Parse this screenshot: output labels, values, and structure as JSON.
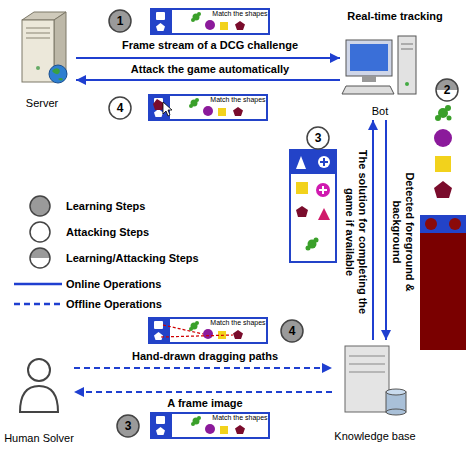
{
  "diagram": {
    "nodes": [
      {
        "text": [
          "Server"
        ]
      },
      {
        "text": [
          "Bot"
        ]
      },
      {
        "text": [
          "Human Solver"
        ]
      },
      {
        "text": [
          "Knowledge base"
        ]
      }
    ],
    "edges": [
      {
        "from": 0,
        "to": 1,
        "arrow": "to",
        "label": "Frame stream of a DCG challenge"
      },
      {
        "from": 1,
        "to": 0,
        "arrow": "to",
        "label": "Attack the game automatically"
      },
      {
        "from": 1,
        "to": 3,
        "arrow": "to",
        "label": "Detected foreground & background"
      },
      {
        "from": 3,
        "to": 1,
        "arrow": "to",
        "label": "The solution for completing the game if available"
      },
      {
        "from": 2,
        "to": 3,
        "arrow": "to",
        "label": "Hand-drawn dragging paths"
      },
      {
        "from": 3,
        "to": 2,
        "arrow": "to",
        "label": "A frame image"
      }
    ],
    "labels": [
      "1",
      "Real-time tracking",
      "Match the shapes",
      "2",
      "4",
      "Match the shapes",
      "3",
      "4",
      "Match the shapes",
      "3",
      "Match the shapes"
    ],
    "legend": [
      {
        "text": "Learning Steps"
      },
      {
        "text": "Attacking Steps"
      },
      {
        "text": "Learning/Attacking Steps"
      },
      {
        "text": "Online Operations"
      },
      {
        "text": "Offline Operations"
      }
    ]
  }
}
